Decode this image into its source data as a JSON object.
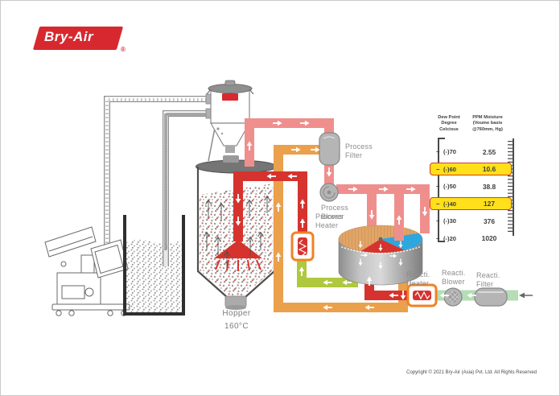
{
  "brand": {
    "logo_text": "Bry-Air",
    "registered_mark": "®"
  },
  "labels": {
    "process_filter": "Process\nFilter",
    "process_blower": "Process\nBlower",
    "process_heater": "Process\nHeater",
    "reacti_heater": "Reacti.\nHeater",
    "reacti_blower": "Reacti.\nBlower",
    "reacti_filter": "Reacti.\nFilter",
    "hopper_name": "Hopper",
    "hopper_temperature": "160°C"
  },
  "table": {
    "header_col1": "Dew Point\nDegree\nCelcious",
    "header_col2": "PPM Moisture\n(Voume basis\n@760mm, Hg)",
    "tick_glyph": "–",
    "rows": [
      {
        "dew_point": "(-)70",
        "ppm": "2.55",
        "highlight": false
      },
      {
        "dew_point": "(-)60",
        "ppm": "10.6",
        "highlight": true
      },
      {
        "dew_point": "(-)50",
        "ppm": "38.8",
        "highlight": false
      },
      {
        "dew_point": "(-)40",
        "ppm": "127",
        "highlight": true
      },
      {
        "dew_point": "(-)30",
        "ppm": "376",
        "highlight": false
      },
      {
        "dew_point": "(-)20",
        "ppm": "1020",
        "highlight": false
      }
    ]
  },
  "footer": {
    "copyright": "Copyright © 2021 Bry-Air (Asia) Pvt. Ltd. All Rights Reserved"
  },
  "colors": {
    "pink": "#EF8F8D",
    "red": "#D6332E",
    "orange": "#EBA04C",
    "green": "#AFC83D",
    "rgreen": "#B5DDB6",
    "heaterborder": "#F08224",
    "tan": "#E2A566",
    "blue": "#2EA7DF",
    "logored": "#D7282F",
    "hl": "#FFE01A",
    "hlb": "#D93A2B"
  }
}
